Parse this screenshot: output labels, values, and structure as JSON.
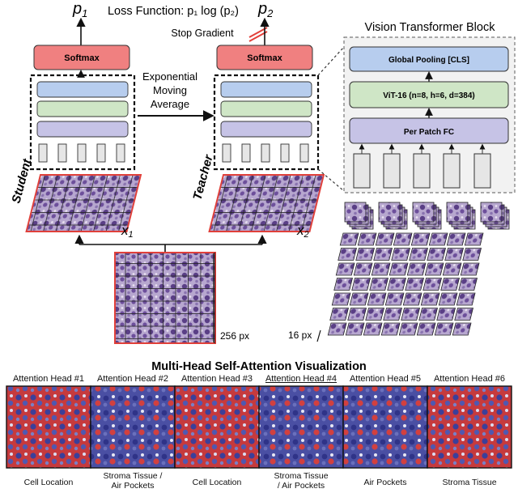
{
  "top": {
    "p1_label": "p",
    "p1_sub": "1",
    "p2_label": "p",
    "p2_sub": "2",
    "loss_function": "Loss Function: p₁ log (p₂)",
    "stop_gradient": "Stop Gradient",
    "ema_line1": "Exponential",
    "ema_line2": "Moving",
    "ema_line3": "Average"
  },
  "student": {
    "label": "Student",
    "softmax": "Softmax",
    "input_label": "x",
    "input_sub": "1"
  },
  "teacher": {
    "label": "Teacher",
    "softmax": "Softmax",
    "input_label": "x",
    "input_sub": "2"
  },
  "vit_block": {
    "title": "Vision Transformer Block",
    "global_pooling": "Global Pooling [CLS]",
    "vit": "ViT-16 (n=8, h=6, d=384)",
    "per_patch": "Per Patch FC"
  },
  "image": {
    "size_label": "256 px",
    "patch_label": "16 px"
  },
  "attention": {
    "title": "Multi-Head Self-Attention Visualization",
    "heads": [
      {
        "header": "Attention Head #1",
        "caption_line1": "Cell Location",
        "caption_line2": ""
      },
      {
        "header": "Attention Head #2",
        "caption_line1": "Stroma Tissue /",
        "caption_line2": "Air Pockets"
      },
      {
        "header": "Attention Head #3",
        "caption_line1": "Cell Location",
        "caption_line2": ""
      },
      {
        "header": "Attention Head #4",
        "caption_line1": "Stroma Tissue",
        "caption_line2": "/ Air Pockets"
      },
      {
        "header": "Attention Head #5",
        "caption_line1": "Air Pockets",
        "caption_line2": ""
      },
      {
        "header": "Attention Head #6",
        "caption_line1": "Stroma Tissue",
        "caption_line2": ""
      }
    ]
  },
  "colors": {
    "softmax_fill": "#f08080",
    "pool_fill": "#b7cdee",
    "vit_fill": "#cfe6c6",
    "fc_fill": "#c6c3e6",
    "tissue_purple": "#7a5f9e",
    "attention_red": "#d23a3a",
    "frame_red": "#e0403a"
  }
}
